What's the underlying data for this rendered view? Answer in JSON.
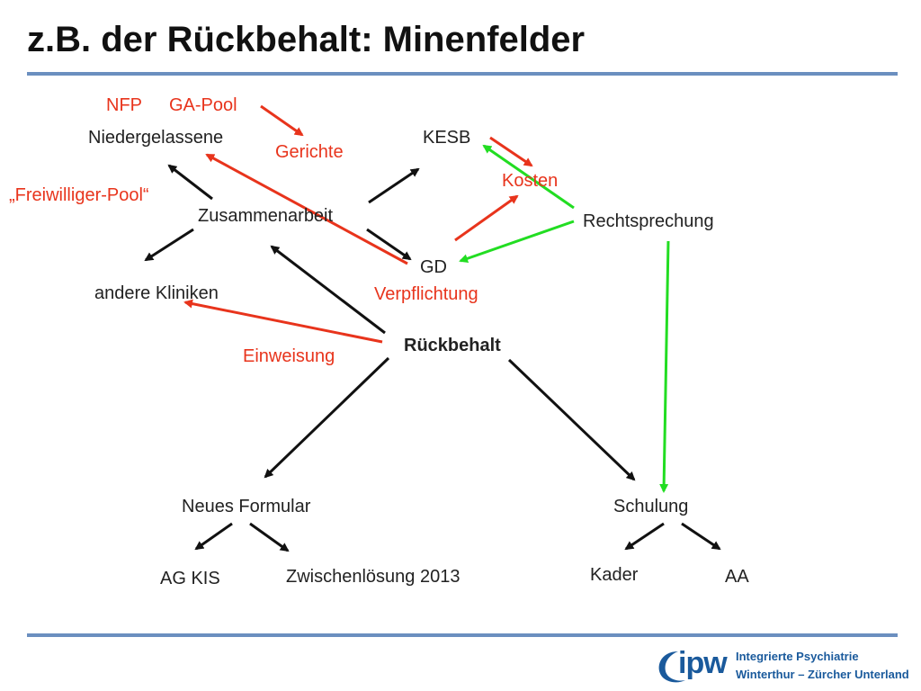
{
  "title": "z.B. der Rückbehalt: Minenfelder",
  "nodes": {
    "nfp": "NFP",
    "ga_pool": "GA-Pool",
    "niedergelassene": "Niedergelassene",
    "gerichte": "Gerichte",
    "kesb": "KESB",
    "freiwilliger_pool": "„Freiwilliger-Pool“",
    "kosten": "Kosten",
    "zusammenarbeit": "Zusammenarbeit",
    "rechtsprechung": "Rechtsprechung",
    "gd": "GD",
    "andere_kliniken": "andere Kliniken",
    "verpflichtung": "Verpflichtung",
    "rueckbehalt": "Rückbehalt",
    "einweisung": "Einweisung",
    "neues_formular": "Neues Formular",
    "schulung": "Schulung",
    "ag_kis": "AG KIS",
    "zwischenloesung": "Zwischenlösung 2013",
    "kader": "Kader",
    "aa": "AA"
  },
  "colors": {
    "black_arrow": "#111111",
    "red_arrow": "#e8341c",
    "green_arrow": "#22dd22",
    "rule": "#6b8fbf",
    "logo_blue": "#1a5a9c"
  },
  "logo": {
    "brand": "ipw",
    "line1": "Integrierte Psychiatrie",
    "line2": "Winterthur – Zürcher Unterland"
  }
}
